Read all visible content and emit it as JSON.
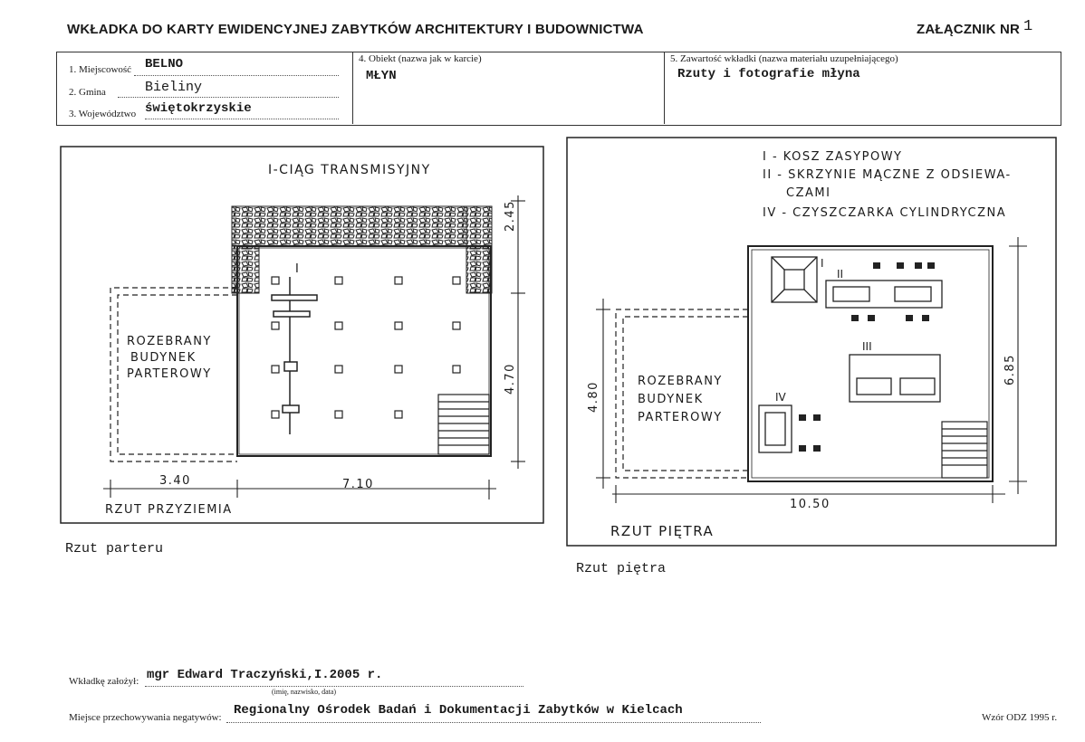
{
  "header": {
    "title": "WKŁADKA DO KARTY EWIDENCYJNEJ ZABYTKÓW ARCHITEKTURY I BUDOWNICTWA",
    "attachment_label": "ZAŁĄCZNIK NR",
    "attachment_number": "1"
  },
  "fields": {
    "locality_label": "1. Miejscowość",
    "locality_value": "BELNO",
    "commune_label": "2. Gmina",
    "commune_value": "Bieliny",
    "voivodeship_label": "3. Województwo",
    "voivodeship_value": "świętokrzyskie",
    "object_label": "4. Obiekt (nazwa jak w karcie)",
    "object_value": "MŁYN",
    "contents_label": "5. Zawartość wkładki (nazwa materiału uzupełniającego)",
    "contents_value": "Rzuty i fotografie młyna"
  },
  "plan_ground": {
    "heading": "I-CIĄG TRANSMISYJNY",
    "annex_label_1": "ROZEBRANY",
    "annex_label_2": "BUDYNEK",
    "annex_label_3": "PARTEROWY",
    "marker_i": "I",
    "dim_left": "3.40",
    "dim_main": "7.10",
    "dim_top": "2.45",
    "dim_side": "4.70",
    "title": "RZUT PRZYZIEMIA",
    "caption": "Rzut parteru"
  },
  "plan_upper": {
    "legend_1": "I - KOSZ ZASYPOWY",
    "legend_2": "II - SKRZYNIE MĄCZNE Z ODSIEWA-",
    "legend_3": "CZAMI",
    "legend_4": "IV - CZYSZCZARKA CYLINDRYCZNA",
    "annex_label_1": "ROZEBRANY",
    "annex_label_2": "BUDYNEK",
    "annex_label_3": "PARTEROWY",
    "marker_i": "I",
    "marker_ii": "II",
    "marker_iii": "III",
    "marker_iv": "IV",
    "dim_left": "4.80",
    "dim_right": "6.85",
    "dim_bottom": "10.50",
    "title": "RZUT PIĘTRA",
    "caption": "Rzut piętra"
  },
  "footer": {
    "author_label": "Wkładkę założył:",
    "author_value": "mgr Edward Traczyński,I.2005 r.",
    "author_hint": "(imię, nazwisko, data)",
    "storage_label": "Miejsce przechowywania negatywów:",
    "storage_value": "Regionalny Ośrodek Badań i Dokumentacji Zabytków w Kielcach",
    "form_id": "Wzór ODZ 1995 r."
  }
}
